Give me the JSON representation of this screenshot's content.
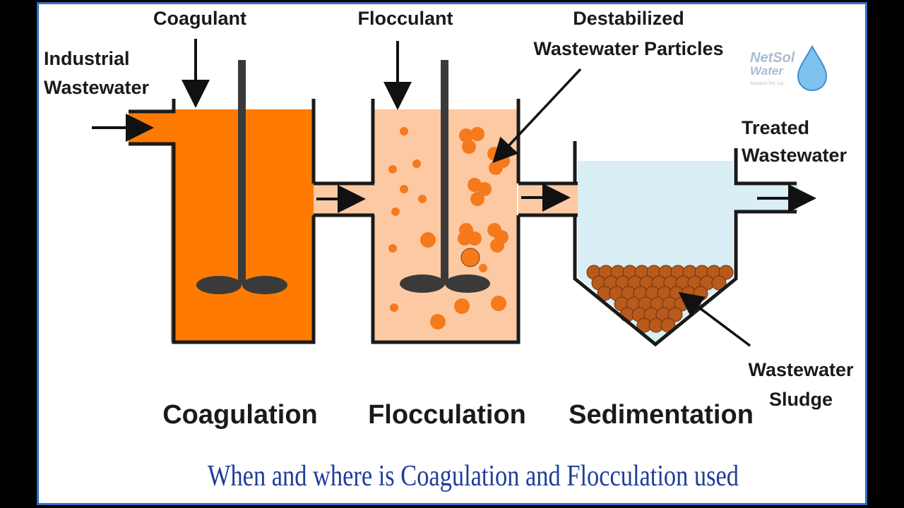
{
  "labels": {
    "coagulant": "Coagulant",
    "flocculant": "Flocculant",
    "industrial_line1": "Industrial",
    "industrial_line2": "Wastewater",
    "destabilized_line1": "Destabilized",
    "destabilized_line2": "Wastewater Particles",
    "treated_line1": "Treated",
    "treated_line2": "Wastewater",
    "sludge_line1": "Wastewater",
    "sludge_line2": "Sludge"
  },
  "stages": {
    "coagulation": "Coagulation",
    "flocculation": "Flocculation",
    "sedimentation": "Sedimentation"
  },
  "caption": "When and where is Coagulation and Flocculation used",
  "logo": {
    "line1": "NetSol",
    "line2": "Water",
    "tagline": "Solutions Pvt. Ltd."
  },
  "colors": {
    "frame_border": "#2f6fc4",
    "coagulation_fill": "#ff7a00",
    "flocculation_fill": "#fcc9a3",
    "sedimentation_fill": "#d9eef5",
    "particle": "#f57a1c",
    "sludge": "#b85a1c",
    "caption": "#1f3d9a"
  }
}
